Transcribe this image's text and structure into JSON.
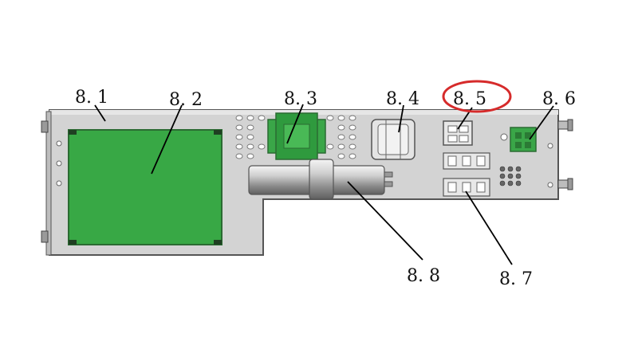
{
  "diagram": {
    "labels": {
      "l81": "8. 1",
      "l82": "8. 2",
      "l83": "8. 3",
      "l84": "8. 4",
      "l85": "8. 5",
      "l86": "8. 6",
      "l87": "8. 7",
      "l88": "8. 8"
    },
    "highlighted_label": "l85",
    "colors": {
      "panel": "#d3d3d3",
      "panel_edge": "#555555",
      "pcb": "#38a845",
      "pcb_edge": "#2b6b32",
      "highlight_ring": "#d62b2b",
      "leader": "#000000",
      "label_text": "#111111"
    }
  }
}
